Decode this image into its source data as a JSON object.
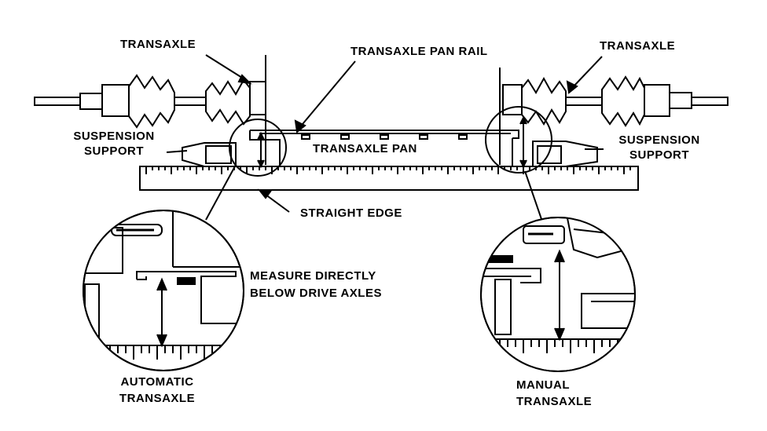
{
  "labels": {
    "transaxle_left": "TRANSAXLE",
    "transaxle_right": "TRANSAXLE",
    "pan_rail": "TRANSAXLE PAN RAIL",
    "suspension_support_left_1": "SUSPENSION",
    "suspension_support_left_2": "SUPPORT",
    "suspension_support_right_1": "SUSPENSION",
    "suspension_support_right_2": "SUPPORT",
    "transaxle_pan": "TRANSAXLE PAN",
    "straight_edge": "STRAIGHT EDGE",
    "measure_1": "MEASURE DIRECTLY",
    "measure_2": "BELOW DRIVE AXLES",
    "automatic_1": "AUTOMATIC",
    "automatic_2": "TRANSAXLE",
    "manual_1": "MANUAL",
    "manual_2": "TRANSAXLE"
  },
  "colors": {
    "ink": "#000000",
    "paper": "#ffffff"
  }
}
